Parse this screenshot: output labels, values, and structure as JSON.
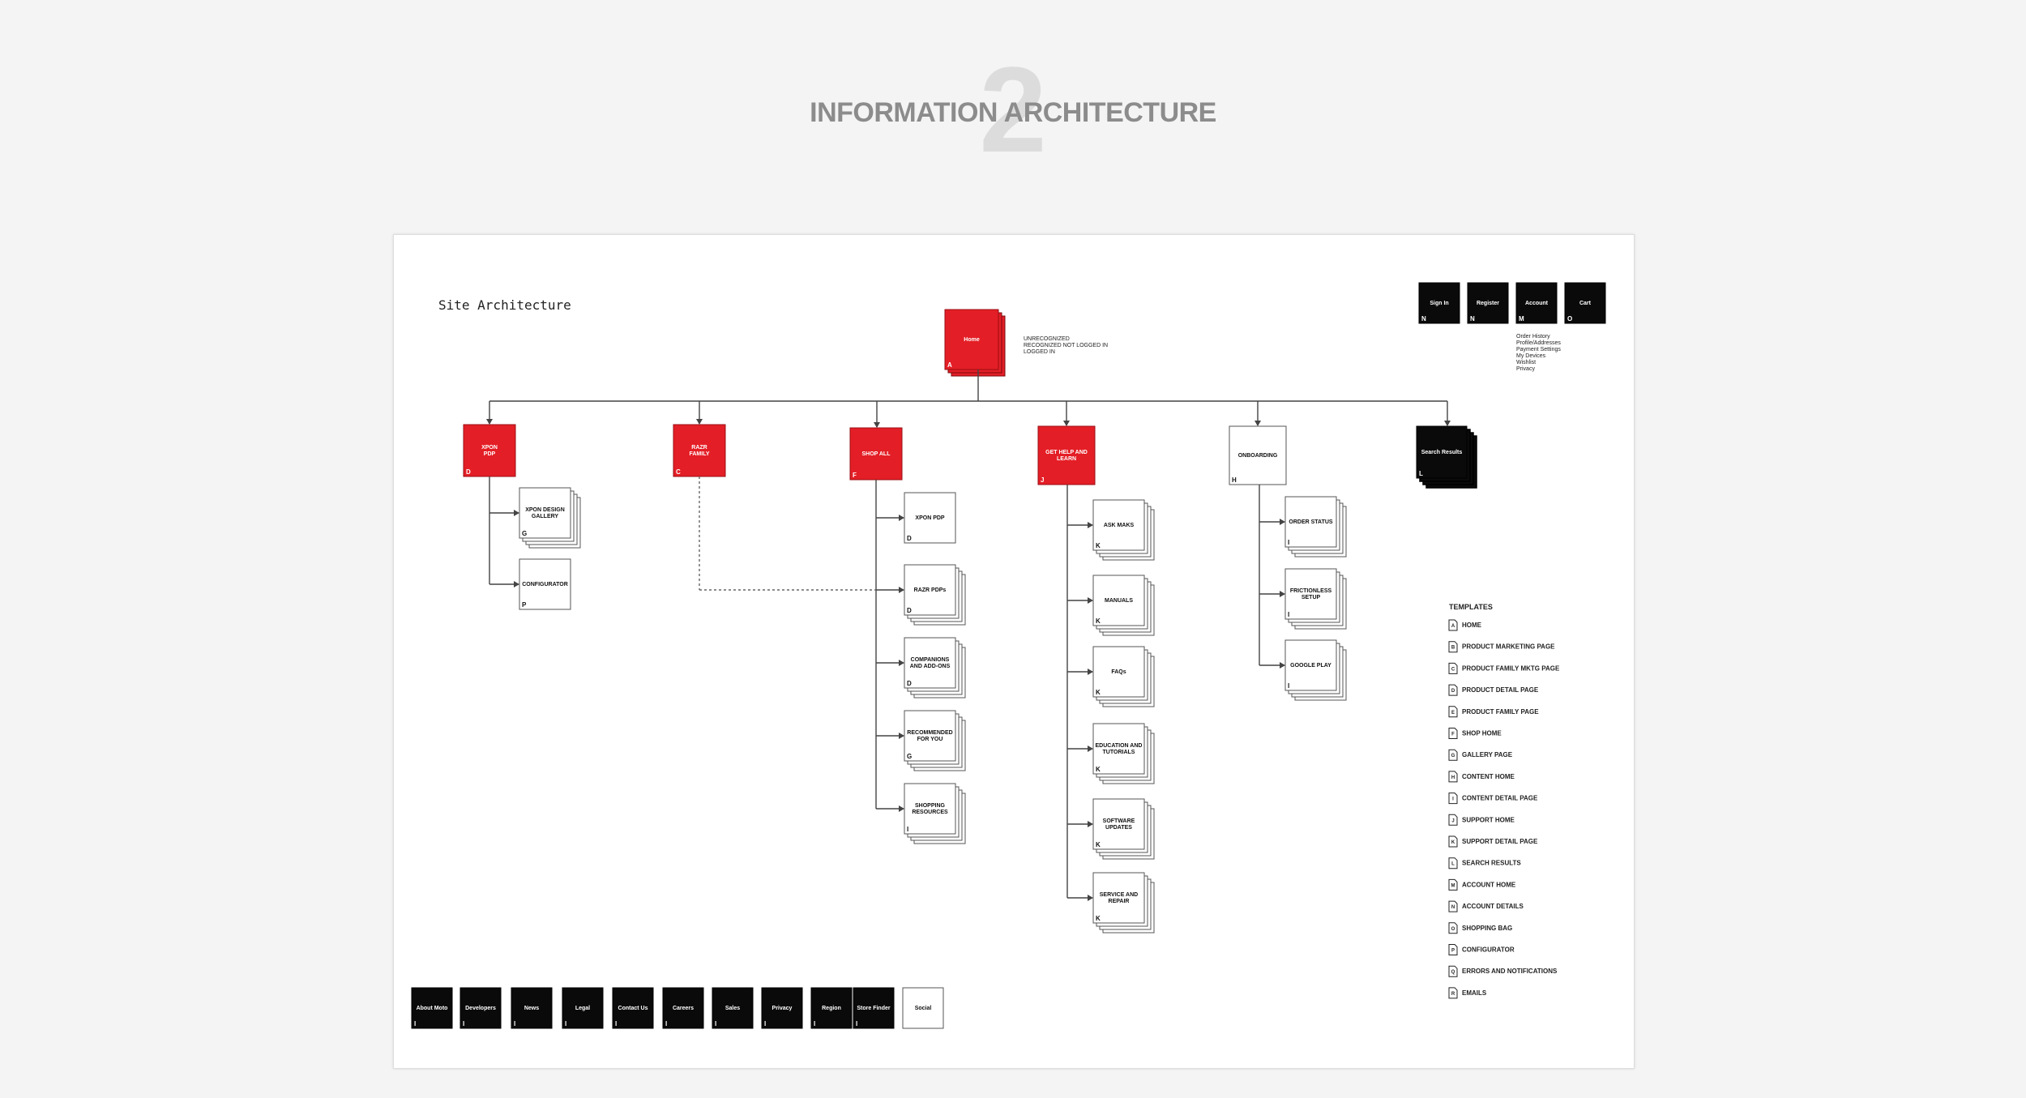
{
  "section": {
    "number": "2",
    "title": "INFORMATION ARCHITECTURE"
  },
  "diagram_title": "Site Architecture",
  "home": {
    "label": "Home",
    "tag": "A",
    "note": [
      "UNRECOGNIZED",
      "RECOGNIZED NOT LOGGED IN",
      "LOGGED IN"
    ]
  },
  "utility": [
    {
      "label": "Sign In",
      "tag": "N"
    },
    {
      "label": "Register",
      "tag": "N"
    },
    {
      "label": "Account",
      "tag": "M"
    },
    {
      "label": "Cart",
      "tag": "O"
    }
  ],
  "account_list": [
    "Order History",
    "Profile/Addresses",
    "Payment Settings",
    "My Devices",
    "Wishlist",
    "Privacy"
  ],
  "sections": [
    {
      "label": [
        "XPON",
        "PDP"
      ],
      "tag": "D",
      "style": "red"
    },
    {
      "label": [
        "RAZR",
        "FAMILY"
      ],
      "tag": "C",
      "style": "red"
    },
    {
      "label": [
        "SHOP ALL"
      ],
      "tag": "F",
      "style": "red"
    },
    {
      "label": [
        "GET HELP AND",
        "LEARN"
      ],
      "tag": "J",
      "style": "red"
    },
    {
      "label": [
        "ONBOARDING"
      ],
      "tag": "H",
      "style": "white"
    },
    {
      "label": [
        "Search Results"
      ],
      "tag": "L",
      "style": "black"
    }
  ],
  "children": [
    {
      "parent": 0,
      "items": [
        {
          "label": [
            "XPON DESIGN",
            "GALLERY"
          ],
          "tag": "G",
          "stack": true
        },
        {
          "label": [
            "CONFIGURATOR"
          ],
          "tag": "P",
          "stack": false
        }
      ]
    },
    {
      "parent": 2,
      "items": [
        {
          "label": [
            "XPON PDP"
          ],
          "tag": "D",
          "stack": false
        },
        {
          "label": [
            "RAZR PDPs"
          ],
          "tag": "D",
          "stack": true
        },
        {
          "label": [
            "COMPANIONS",
            "AND ADD-ONS"
          ],
          "tag": "D",
          "stack": true
        },
        {
          "label": [
            "RECOMMENDED",
            "FOR YOU"
          ],
          "tag": "G",
          "stack": true
        },
        {
          "label": [
            "SHOPPING",
            "RESOURCES"
          ],
          "tag": "I",
          "stack": true
        }
      ]
    },
    {
      "parent": 3,
      "items": [
        {
          "label": [
            "ASK MAKS"
          ],
          "tag": "K",
          "stack": true
        },
        {
          "label": [
            "MANUALS"
          ],
          "tag": "K",
          "stack": true
        },
        {
          "label": [
            "FAQs"
          ],
          "tag": "K",
          "stack": true
        },
        {
          "label": [
            "EDUCATION AND",
            "TUTORIALS"
          ],
          "tag": "K",
          "stack": true
        },
        {
          "label": [
            "SOFTWARE",
            "UPDATES"
          ],
          "tag": "K",
          "stack": true
        },
        {
          "label": [
            "SERVICE AND",
            "REPAIR"
          ],
          "tag": "K",
          "stack": true
        }
      ]
    },
    {
      "parent": 4,
      "items": [
        {
          "label": [
            "ORDER STATUS"
          ],
          "tag": "I",
          "stack": true
        },
        {
          "label": [
            "FRICTIONLESS",
            "SETUP"
          ],
          "tag": "I",
          "stack": true
        },
        {
          "label": [
            "GOOGLE PLAY"
          ],
          "tag": "I",
          "stack": true
        }
      ]
    }
  ],
  "templates": {
    "title": "TEMPLATES",
    "items": [
      {
        "letter": "A",
        "label": "HOME"
      },
      {
        "letter": "B",
        "label": "PRODUCT MARKETING PAGE"
      },
      {
        "letter": "C",
        "label": "PRODUCT FAMILY MKTG PAGE"
      },
      {
        "letter": "D",
        "label": "PRODUCT DETAIL PAGE"
      },
      {
        "letter": "E",
        "label": "PRODUCT FAMILY PAGE"
      },
      {
        "letter": "F",
        "label": "SHOP HOME"
      },
      {
        "letter": "G",
        "label": "GALLERY PAGE"
      },
      {
        "letter": "H",
        "label": "CONTENT HOME"
      },
      {
        "letter": "I",
        "label": "CONTENT DETAIL PAGE"
      },
      {
        "letter": "J",
        "label": "SUPPORT HOME"
      },
      {
        "letter": "K",
        "label": "SUPPORT DETAIL PAGE"
      },
      {
        "letter": "L",
        "label": "SEARCH RESULTS"
      },
      {
        "letter": "M",
        "label": "ACCOUNT HOME"
      },
      {
        "letter": "N",
        "label": "ACCOUNT DETAILS"
      },
      {
        "letter": "O",
        "label": "SHOPPING BAG"
      },
      {
        "letter": "P",
        "label": "CONFIGURATOR"
      },
      {
        "letter": "Q",
        "label": "ERRORS AND NOTIFICATIONS"
      },
      {
        "letter": "R",
        "label": "EMAILS"
      }
    ]
  },
  "footer": [
    {
      "label": "About Moto",
      "tag": "I",
      "style": "black"
    },
    {
      "label": "Developers",
      "tag": "I",
      "style": "black"
    },
    {
      "label": "News",
      "tag": "I",
      "style": "black"
    },
    {
      "label": "Legal",
      "tag": "I",
      "style": "black"
    },
    {
      "label": "Contact Us",
      "tag": "I",
      "style": "black"
    },
    {
      "label": "Careers",
      "tag": "I",
      "style": "black"
    },
    {
      "label": "Sales",
      "tag": "I",
      "style": "black"
    },
    {
      "label": "Privacy",
      "tag": "I",
      "style": "black"
    },
    {
      "label": "Region",
      "tag": "I",
      "style": "black"
    },
    {
      "label": "Store Finder",
      "tag": "I",
      "style": "black"
    },
    {
      "label": "Social",
      "tag": "",
      "style": "white"
    }
  ],
  "colors": {
    "red": "#e41e26",
    "black": "#0a0a0a",
    "line": "#444444",
    "dashed": "#666666"
  }
}
